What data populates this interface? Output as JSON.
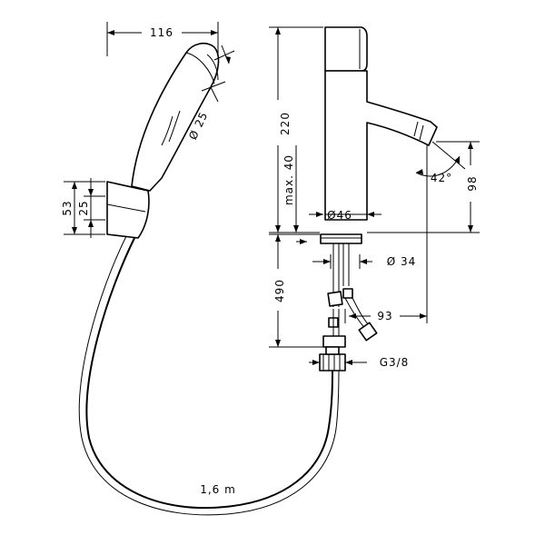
{
  "dimensions": {
    "hand_shower_width": "116",
    "spray_diameter": "Ø 25",
    "holder_height": "53",
    "holder_offset": "25",
    "faucet_height": "220",
    "max_height": "max. 40",
    "body_diameter": "Ø46",
    "spout_angle": "42°",
    "spout_height": "98",
    "supply_length": "490",
    "connector_diameter": "Ø 34",
    "spout_reach": "93",
    "thread": "G3/8",
    "hose_length": "1,6 m"
  }
}
